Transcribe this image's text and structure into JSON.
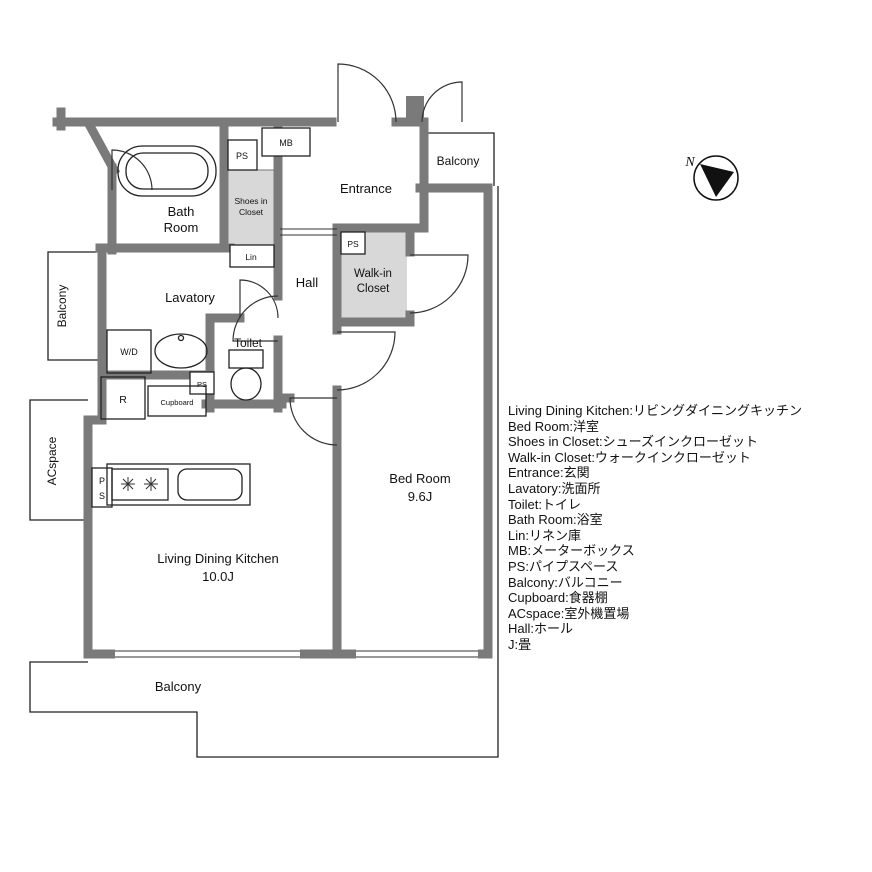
{
  "colors": {
    "wall": "#7a7a7a",
    "closet_fill": "#d8d8d8",
    "line": "#222222",
    "text": "#111111"
  },
  "compass": {
    "north_label": "N"
  },
  "rooms": {
    "bath_room": {
      "line1": "Bath",
      "line2": "Room"
    },
    "lavatory": {
      "label": "Lavatory"
    },
    "hall": {
      "label": "Hall"
    },
    "entrance": {
      "label": "Entrance"
    },
    "shoes_in_closet": {
      "line1": "Shoes in",
      "line2": "Closet"
    },
    "walk_in_closet": {
      "line1": "Walk-in",
      "line2": "Closet"
    },
    "toilet": {
      "label": "Toilet"
    },
    "bed_room": {
      "label": "Bed Room",
      "size": "9.6J"
    },
    "living_dining_kitchen": {
      "label": "Living Dining Kitchen",
      "size": "10.0J"
    },
    "balcony_top": {
      "label": "Balcony"
    },
    "balcony_left": {
      "label": "Balcony"
    },
    "balcony_bottom": {
      "label": "Balcony"
    },
    "ac_space": {
      "label": "ACspace"
    }
  },
  "labels": {
    "mb": "MB",
    "ps": "PS",
    "lin": "Lin",
    "wd": "W/D",
    "refrigerator": "R",
    "cupboard": "Cupboard",
    "ps_vertical_p": "P",
    "ps_vertical_s": "S"
  },
  "legend": {
    "items": [
      "Living Dining Kitchen:リビングダイニングキッチン",
      "Bed Room:洋室",
      "Shoes in Closet:シューズインクローゼット",
      "Walk-in Closet:ウォークインクローゼット",
      "Entrance:玄関",
      "Lavatory:洗面所",
      "Toilet:トイレ",
      "Bath Room:浴室",
      "Lin:リネン庫",
      "MB:メーターボックス",
      "PS:パイプスペース",
      "Balcony:バルコニー",
      "Cupboard:食器棚",
      "ACspace:室外機置場",
      "Hall:ホール",
      "J:畳"
    ]
  }
}
